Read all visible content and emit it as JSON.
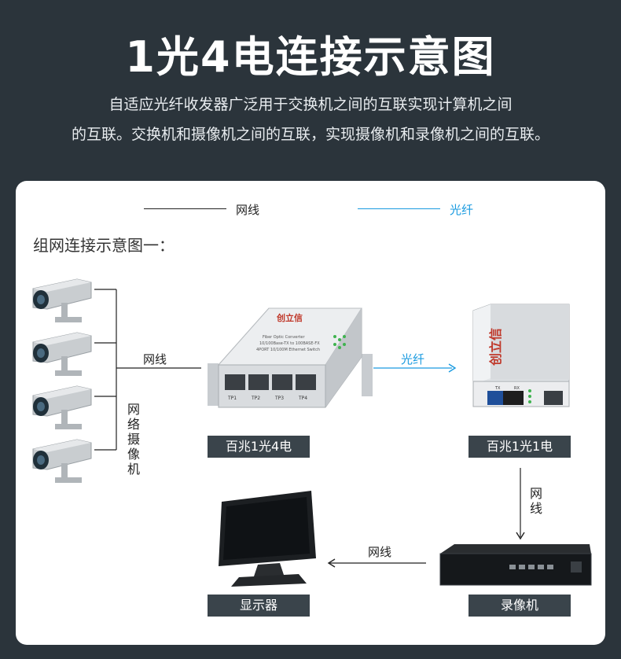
{
  "header": {
    "title": "1光4电连接示意图",
    "desc_line1": "自适应光纤收发器广泛用于交换机之间的互联实现计算机之间",
    "desc_line2": "的互联。交换机和摄像机之间的互联，实现摄像机和录像机之间的互联。"
  },
  "legend": {
    "network_cable": "网线",
    "fiber": "光纤",
    "network_color": "#222222",
    "fiber_color": "#1a9be0"
  },
  "diagram": {
    "subtitle": "组网连接示意图一：",
    "camera_label": "网络摄像机",
    "cable_cam_switch": "网线",
    "fiber_link": "光纤",
    "cable_conv_nvr": "网线",
    "cable_nvr_monitor": "网线",
    "switch_label": "百兆1光4电",
    "converter_label": "百兆1光1电",
    "monitor_label": "显示器",
    "nvr_label": "录像机",
    "brand": "创立信",
    "switch_ports": [
      "TP1",
      "TP2",
      "TP3",
      "TP4"
    ],
    "switch_text1": "Fiber Optic Converter",
    "switch_text2": "10/100Base-TX to 100BASE-FX",
    "switch_text3": "4PORT 10/100M Ethernet Switch",
    "converter_ports": [
      "TX",
      "RX"
    ]
  }
}
